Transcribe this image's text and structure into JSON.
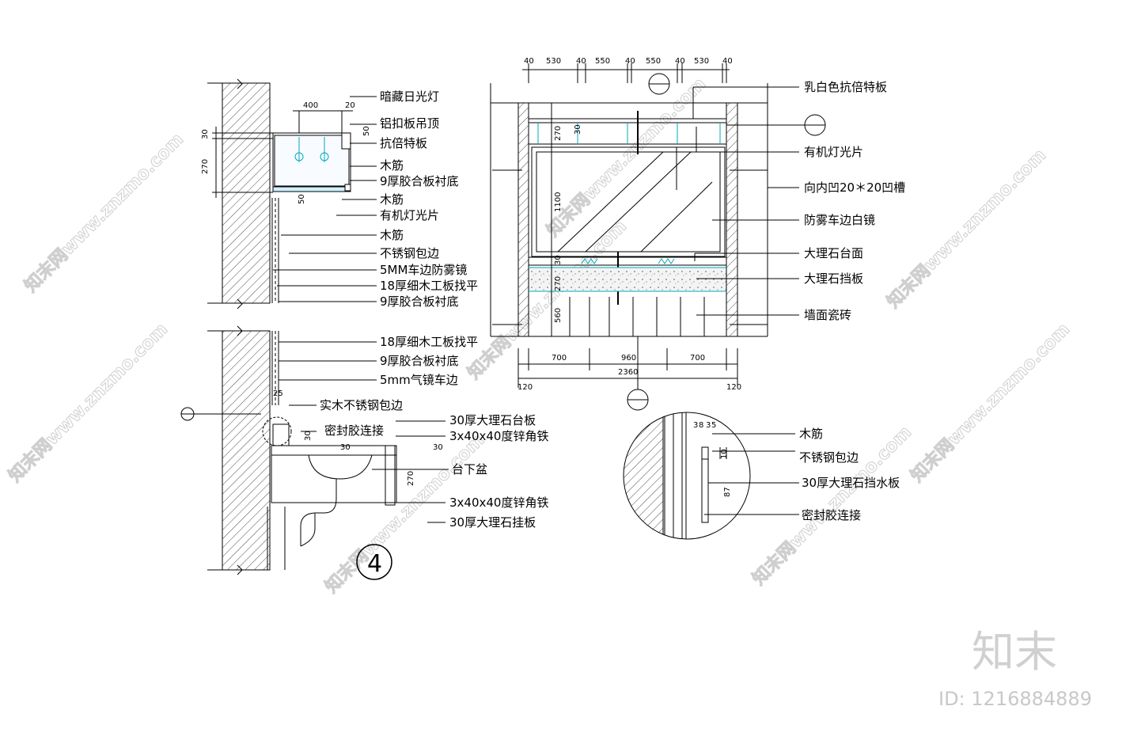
{
  "detail_number": "4",
  "left_section_labels": [
    "暗藏日光灯",
    "铝扣板吊顶",
    "抗倍特板",
    "木筋",
    "9厚胶合板衬底",
    "木筋",
    "有机灯光片",
    "木筋",
    "不锈钢包边",
    "5MM车边防雾镜",
    "18厚细木工板找平",
    "9厚胶合板衬底",
    "18厚细木工板找平",
    "9厚胶合板衬底",
    "5mm气镜车边",
    "实木不锈钢包边",
    "密封胶连接",
    "30厚大理石台板",
    "3x40x40度锌角铁",
    "台下盆",
    "3x40x40度锌角铁",
    "30厚大理石挂板"
  ],
  "left_dims": [
    "400",
    "20",
    "50",
    "30",
    "270",
    "50",
    "25",
    "30",
    "30",
    "30",
    "270"
  ],
  "elevation_labels": [
    "乳白色抗倍特板",
    "有机灯光片",
    "向内凹20＊20凹槽",
    "防雾车边白镜",
    "大理石台面",
    "大理石挡板",
    "墙面瓷砖"
  ],
  "elevation_top_dims": [
    "40",
    "530",
    "40",
    "550",
    "40",
    "550",
    "40",
    "530",
    "40"
  ],
  "elevation_side_dims": [
    "270",
    "30",
    "1100",
    "30",
    "270",
    "560"
  ],
  "elevation_bottom_dims": [
    "700",
    "960",
    "700"
  ],
  "elevation_total": "2360",
  "elevation_edge_dims": [
    "120",
    "120"
  ],
  "detail_labels": [
    "木筋",
    "不锈钢包边",
    "30厚大理石挡水板",
    "密封胶连接"
  ],
  "detail_dims": [
    "3",
    "8",
    "3",
    "5",
    "10",
    "87"
  ],
  "watermark_text": "知末网www.znzmo.com",
  "logo_text": "知末",
  "id_text": "ID: 1216884889"
}
